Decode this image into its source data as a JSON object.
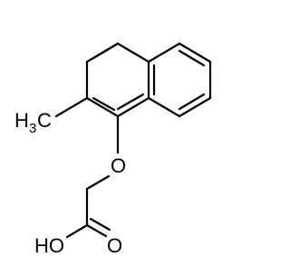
{
  "molecule": {
    "labels": {
      "methyl_main": "H",
      "methyl_sub": "3",
      "methyl_c": "C",
      "ether_oxygen": "O",
      "hydroxyl": "HO",
      "carbonyl_oxygen": "O"
    },
    "colors": {
      "bond": "#000000",
      "background": "#ffffff"
    }
  }
}
